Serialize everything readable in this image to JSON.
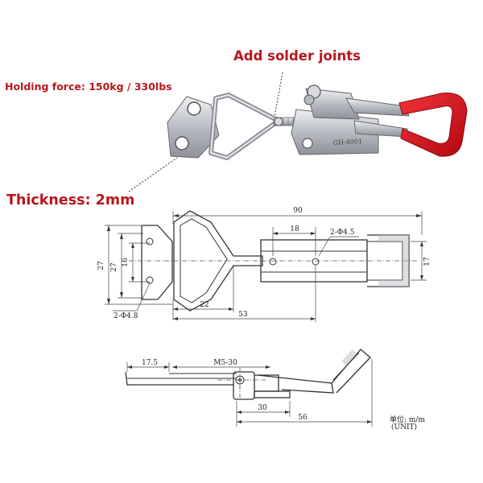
{
  "callouts": {
    "solder": "Add solder joints",
    "holding_force": "Holding force: 150kg / 330lbs",
    "thickness": "Thickness: 2mm"
  },
  "product": {
    "stamp": "GH-4001"
  },
  "top_view": {
    "dim_90": "90",
    "dim_18": "18",
    "dim_holes_right": "2-Φ4.5",
    "dim_27a": "27",
    "dim_27b": "27",
    "dim_16": "16",
    "dim_17": "17",
    "dim_holes_left": "2-Φ4.8",
    "dim_22": "22",
    "dim_53": "53"
  },
  "side_view": {
    "dim_17_5": "17.5",
    "dim_m5": "M5-30",
    "dim_30": "30",
    "dim_56": "56",
    "unit_line1": "单位: m/m",
    "unit_line2": "(UNIT)"
  },
  "colors": {
    "callout_red": "#b8171d",
    "handle_red": "#d8141d",
    "metal": "#c9ccd2"
  }
}
